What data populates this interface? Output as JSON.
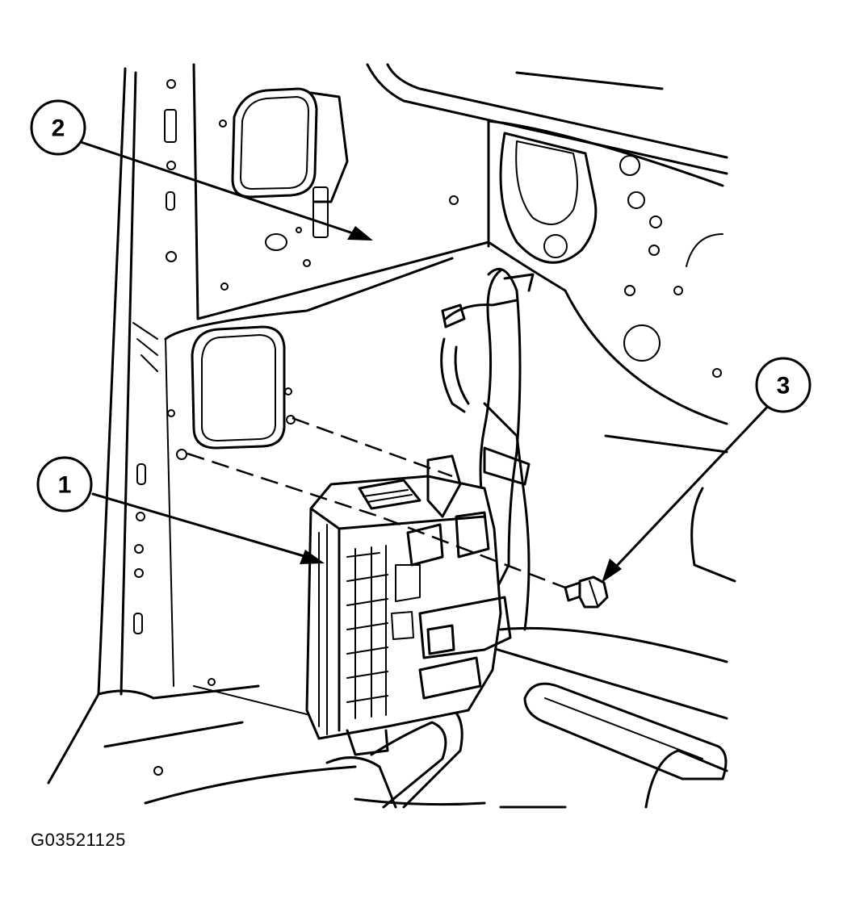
{
  "figure_id": "G03521125",
  "callouts": [
    {
      "number": "1",
      "part": "module"
    },
    {
      "number": "2",
      "part": "panel"
    },
    {
      "number": "3",
      "part": "screw"
    }
  ]
}
